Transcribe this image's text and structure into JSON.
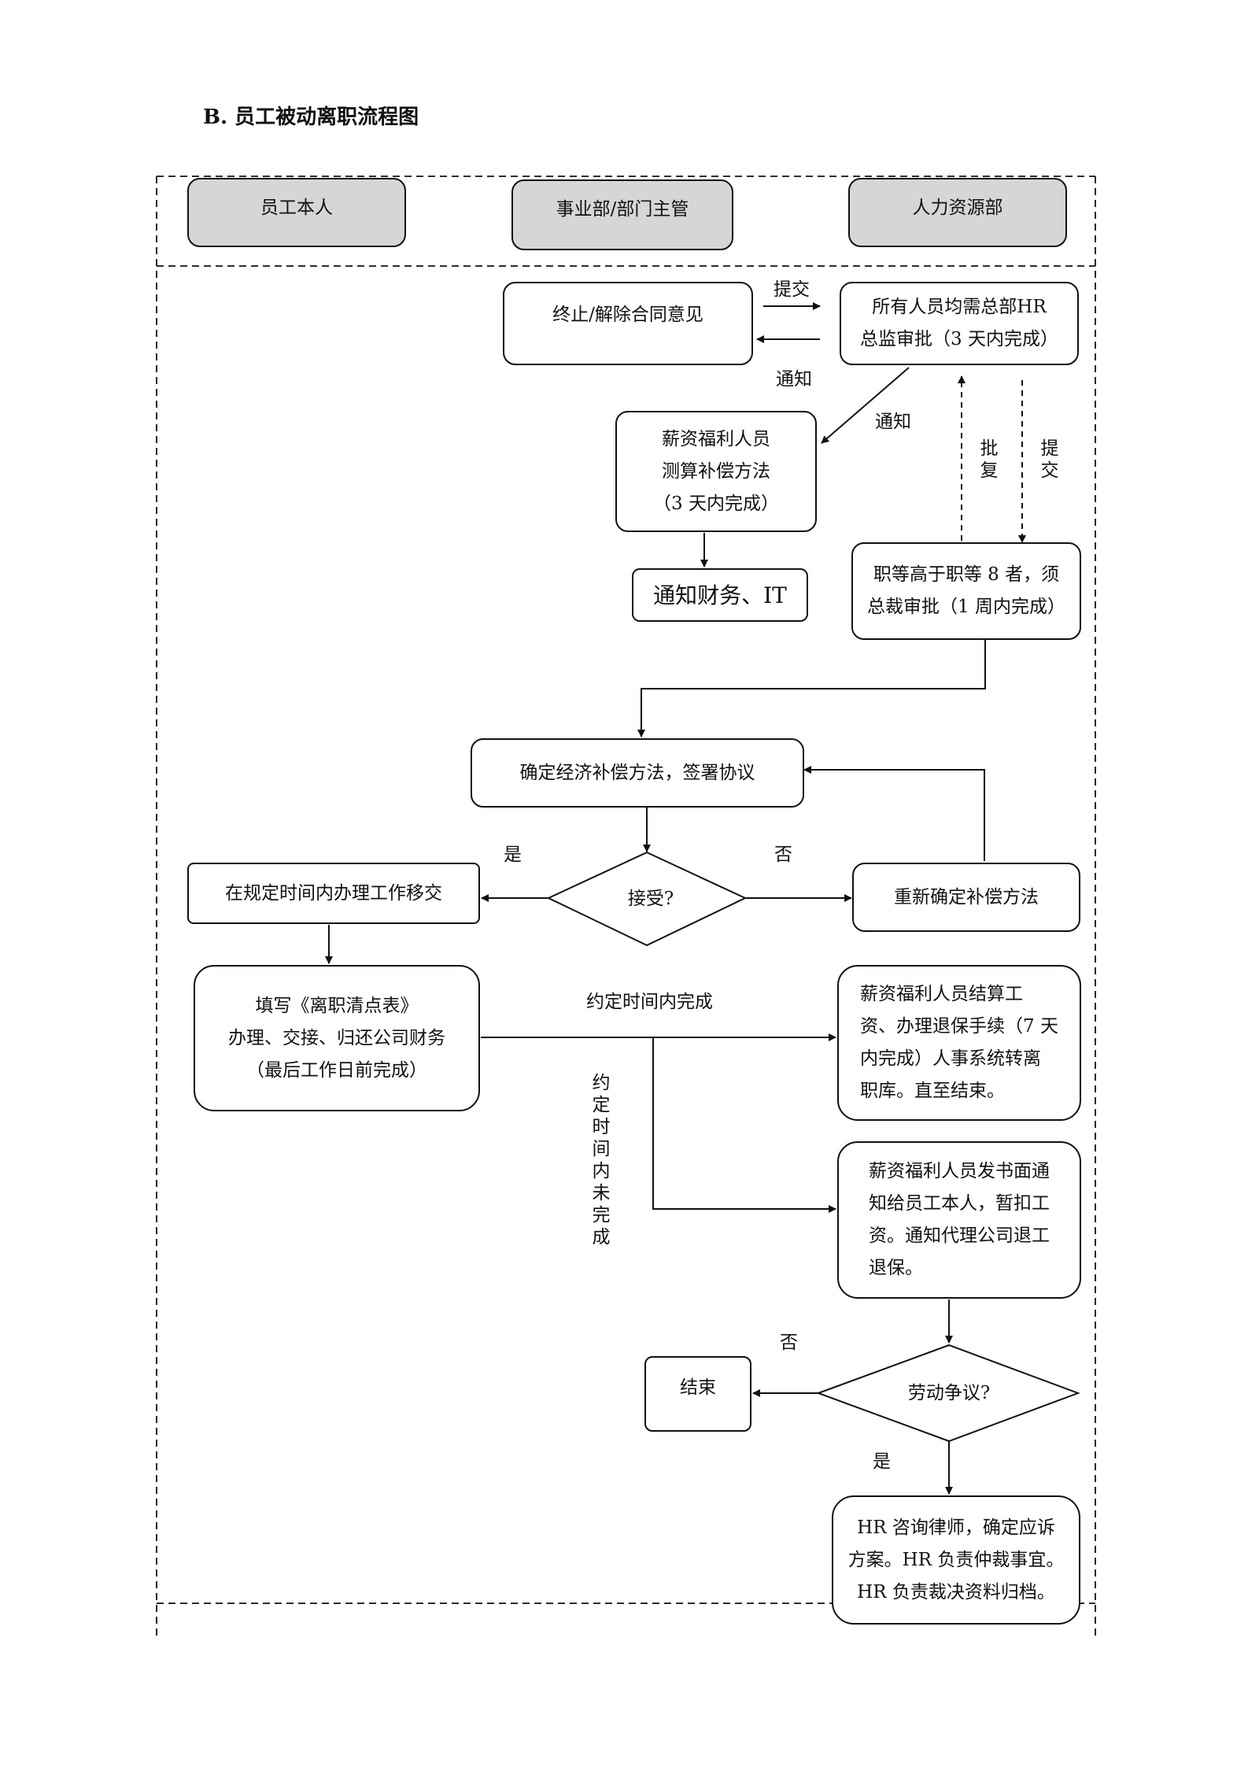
{
  "heading": "B.   员工被动离职流程图",
  "lanes": {
    "employee": "员工本人",
    "department": "事业部/部门主管",
    "hr": "人力资源部"
  },
  "nodes": {
    "terminate_opinion": "终止/解除合同意见",
    "hr_director_approval": "所有人员均需总部HR\n总监审批（3  天内完成）",
    "payroll_calc": "薪资福利人员\n测算补偿方法\n（3  天内完成）",
    "notify_finance_it": "通知财务、IT",
    "president_approval": "职等高于职等  8  者，须\n总裁审批（1  周内完成）",
    "confirm_compensation": "确定经济补偿方法，签署协议",
    "accept_decision": "接受?",
    "redetermine": "重新确定补偿方法",
    "handover": "在规定时间内办理工作移交",
    "fill_form": "填写《离职清点表》\n办理、交接、归还公司财务\n（最后工作日前完成）",
    "settle_wages": "薪资福利人员结算工\n资、办理退保手续（7 天\n内完成）人事系统转离\n职库。直至结束。",
    "written_notice": "薪资福利人员发书面通\n知给员工本人，暂扣工\n资。通知代理公司退工\n退保。",
    "labor_dispute": "劳动争议?",
    "end": "结束",
    "hr_lawyer": "HR  咨询律师，确定应诉\n方案。HR  负责仲裁事宜。\nHR  负责裁决资料归档。"
  },
  "edge_labels": {
    "submit": "提交",
    "notify_back": "通知",
    "notify_down": "通知",
    "reply": "批复",
    "submit_vertical": "提交",
    "yes_accept": "是",
    "no_accept": "否",
    "done_in_time": "约定时间内完成",
    "not_done_in_time": "约定时间内未完成",
    "no_dispute": "否",
    "yes_dispute": "是"
  }
}
